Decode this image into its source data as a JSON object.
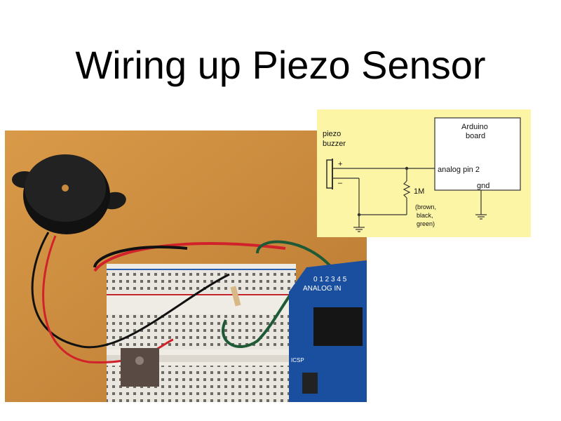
{
  "slide": {
    "title": "Wiring up Piezo Sensor"
  },
  "schematic": {
    "piezo_label_line1": "piezo",
    "piezo_label_line2": "buzzer",
    "plus": "+",
    "minus": "–",
    "arduino_line1": "Arduino",
    "arduino_line2": "board",
    "analog_pin": "analog pin 2",
    "gnd": "gnd",
    "resistor_value": "1M",
    "color_code_line1": "(brown,",
    "color_code_line2": "black,",
    "color_code_line3": "green)"
  },
  "photo": {
    "board_text": "ANALOG IN",
    "board_pins": "0 1 2 3 4 5",
    "icsp": "ICSP"
  },
  "colors": {
    "schematic_bg": "#fdf5a6",
    "table": "#c98a3e",
    "board_blue": "#1a4fa0"
  }
}
